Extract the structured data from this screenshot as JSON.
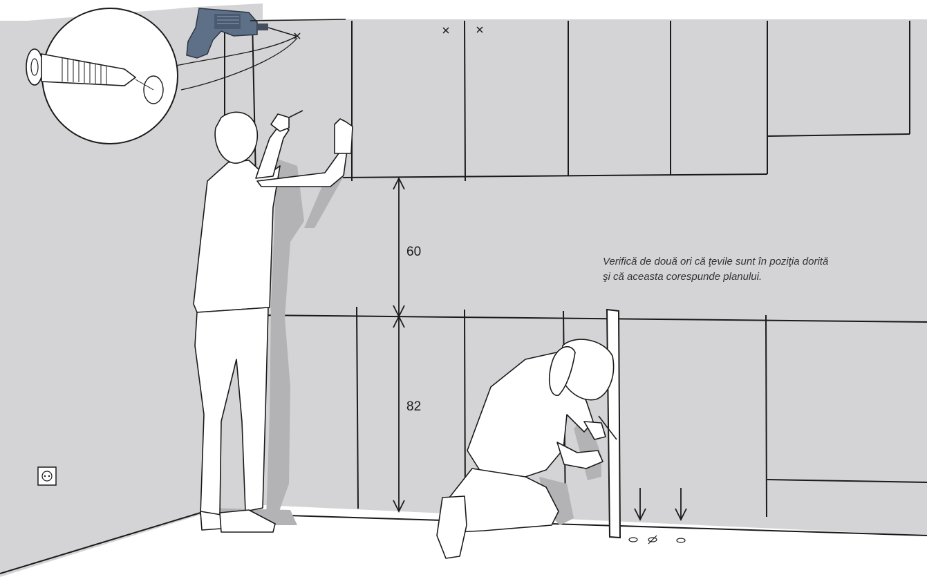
{
  "illustration": {
    "dimensions": {
      "upper_gap": "60",
      "lower_height": "82"
    },
    "note": {
      "line1": "Verifică de două ori că ţevile sunt în poziţia dorită",
      "line2": "şi că aceasta corespunde planului."
    },
    "colors": {
      "wall": "#d4d4d6",
      "floor": "#ffffff",
      "line": "#1a1a1a",
      "shadow": "#b3b3b6",
      "drill": "#5e7088"
    },
    "icons": [
      "drill-icon",
      "wall-plug-icon",
      "power-outlet-icon",
      "arrow-down-icon",
      "cross-mark-icon"
    ]
  }
}
